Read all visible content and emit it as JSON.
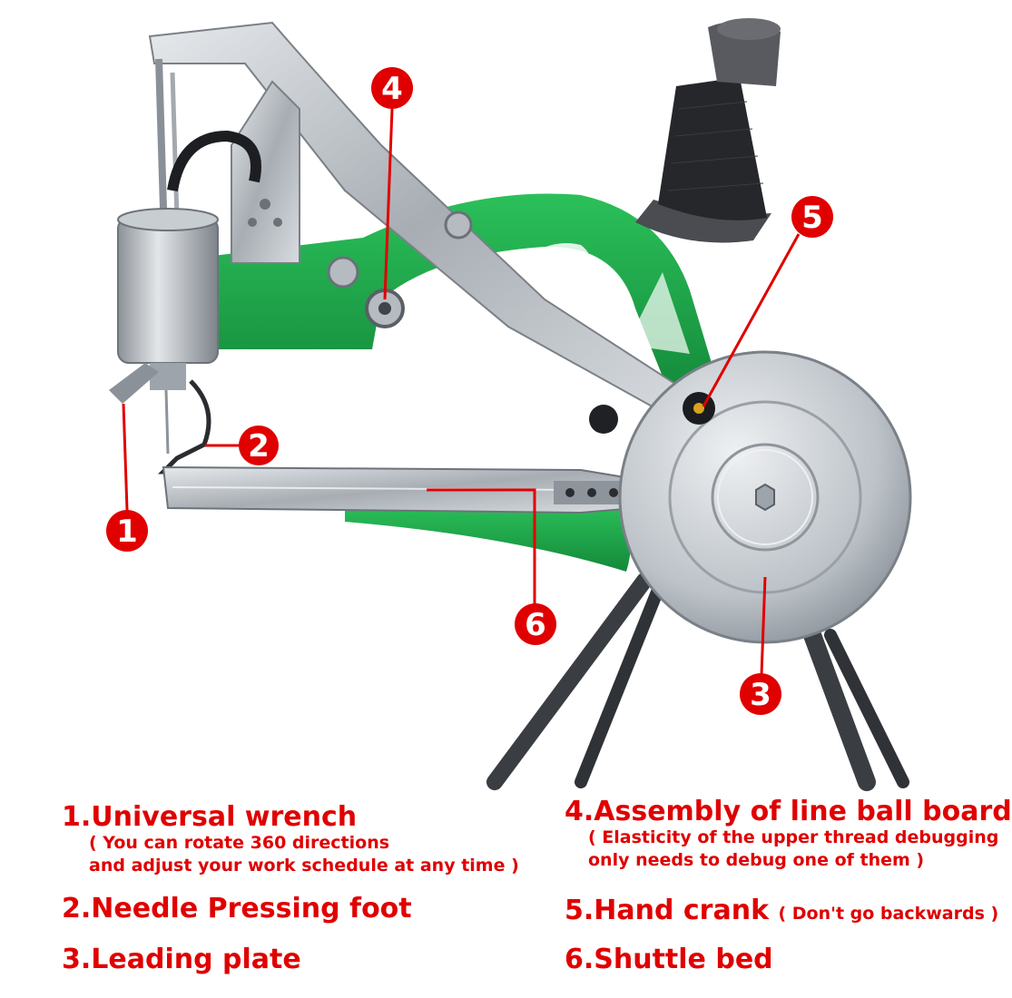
{
  "colors": {
    "marker": "#e00000",
    "frame": "#1fa84a",
    "metal": "#b9bec4",
    "legs": "#3a3d42",
    "spool": "#2b2c30"
  },
  "markers": [
    {
      "id": "1",
      "label": "1"
    },
    {
      "id": "2",
      "label": "2"
    },
    {
      "id": "3",
      "label": "3"
    },
    {
      "id": "4",
      "label": "4"
    },
    {
      "id": "5",
      "label": "5"
    },
    {
      "id": "6",
      "label": "6"
    }
  ],
  "legend": {
    "item1": {
      "title": "1.Universal wrench",
      "note_line1": "( You can rotate 360 directions",
      "note_line2": "and adjust your work schedule at any time )"
    },
    "item2": {
      "title": "2.Needle Pressing foot"
    },
    "item3": {
      "title": "3.Leading plate"
    },
    "item4": {
      "title": "4.Assembly of line ball board",
      "note_line1": "( Elasticity of the upper thread debugging",
      "note_line2": "only needs to debug one of them )"
    },
    "item5": {
      "title": "5.Hand crank",
      "inline_note": "( Don't go backwards )"
    },
    "item6": {
      "title": "6.Shuttle bed"
    }
  }
}
